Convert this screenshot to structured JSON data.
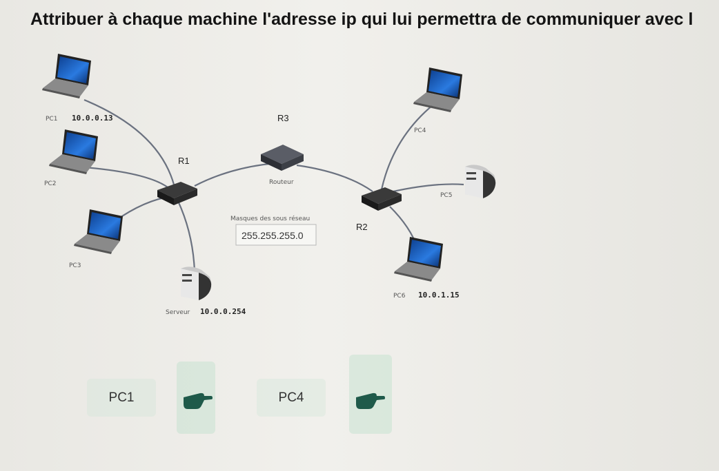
{
  "question": {
    "title": "Attribuer à chaque machine l'adresse ip qui lui permettra de communiquer avec l"
  },
  "diagram": {
    "pc1": {
      "label": "PC1",
      "ip": "10.0.0.13"
    },
    "pc2": {
      "label": "PC2"
    },
    "pc3": {
      "label": "PC3"
    },
    "pc4": {
      "label": "PC4"
    },
    "pc5": {
      "label": "PC5"
    },
    "pc6": {
      "label": "PC6",
      "ip": "10.0.1.15"
    },
    "server": {
      "label": "Serveur",
      "ip": "10.0.0.254"
    },
    "router": {
      "label": "Routeur"
    },
    "r1": {
      "label": "R1"
    },
    "r2": {
      "label": "R2"
    },
    "r3": {
      "label": "R3"
    },
    "mask": {
      "title": "Masques des sous réseau",
      "value": "255.255.255.0"
    }
  },
  "answers": [
    {
      "label": "PC1"
    },
    {
      "label": "PC4"
    }
  ],
  "colors": {
    "hand": "#1f5a4a",
    "screen": "#1a5fc2"
  }
}
